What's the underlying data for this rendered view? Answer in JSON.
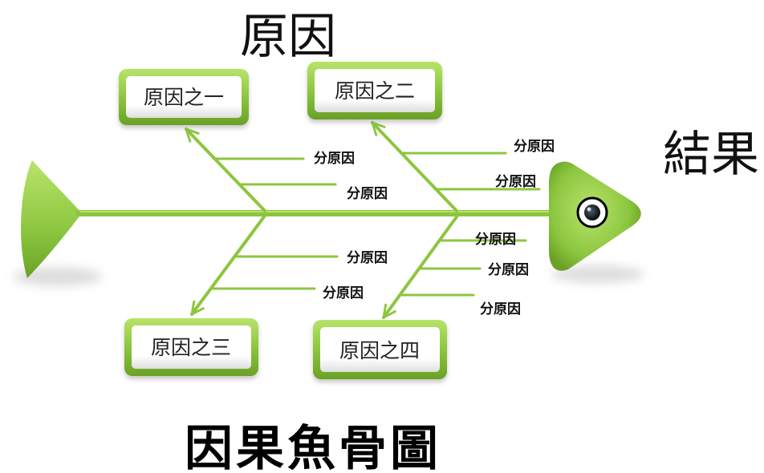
{
  "diagram": {
    "causes_heading": "原因",
    "effect_label": "結果",
    "title": "因果魚骨圖",
    "causes": [
      {
        "label": "原因之一",
        "sub_causes": [
          "分原因",
          "分原因"
        ]
      },
      {
        "label": "原因之二",
        "sub_causes": [
          "分原因",
          "分原因"
        ]
      },
      {
        "label": "原因之三",
        "sub_causes": [
          "分原因",
          "分原因"
        ]
      },
      {
        "label": "原因之四",
        "sub_causes": [
          "分原因",
          "分原因",
          "分原因"
        ]
      }
    ],
    "colors": {
      "bone": "#8cc63f",
      "bone_light": "#b8e36a",
      "bone_dark": "#6aa126",
      "eye": "#0b0b0b"
    }
  }
}
